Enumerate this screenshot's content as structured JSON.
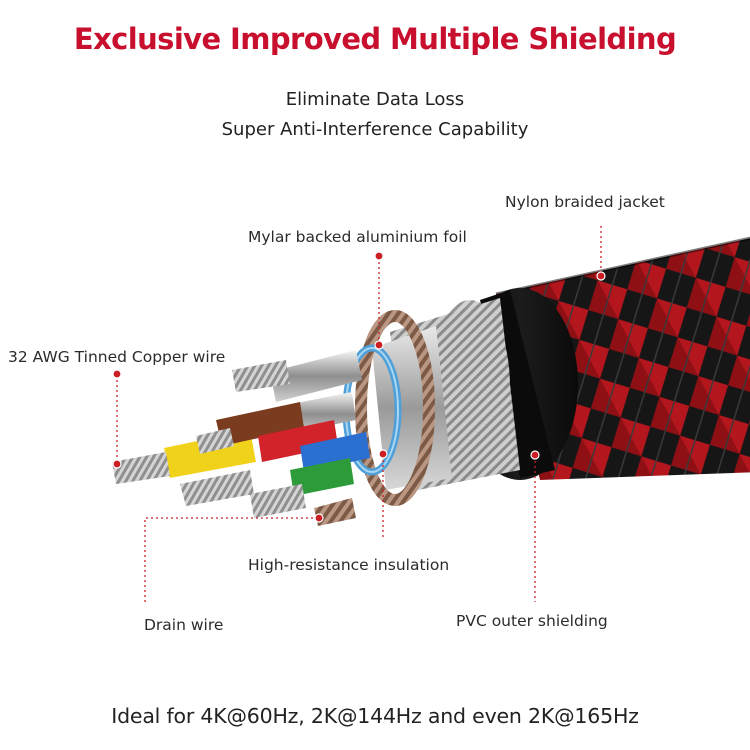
{
  "headline": "Exclusive Improved Multiple Shielding",
  "subline_1": "Eliminate Data Loss",
  "subline_2": "Super Anti-Interference Capability",
  "labels": {
    "nylon_jacket": "Nylon braided jacket",
    "mylar_foil": "Mylar backed aluminium foil",
    "copper_wire": "32 AWG Tinned Copper wire",
    "high_resistance": "High-resistance insulation",
    "drain_wire": "Drain wire",
    "pvc_shielding": "PVC outer shielding"
  },
  "footer": "Ideal for 4K@60Hz, 2K@144Hz and even 2K@165Hz",
  "colors": {
    "headline": "#c8102e",
    "accent": "#cc1f24",
    "braid_red": "#b3161d",
    "braid_black": "#161616"
  }
}
